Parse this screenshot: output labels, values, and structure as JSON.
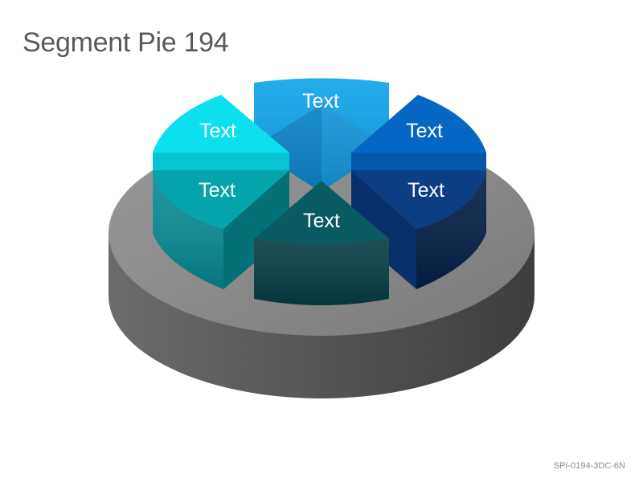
{
  "title": "Segment Pie 194",
  "footer": "SPI-0194-3DC-6N",
  "segments": [
    {
      "label": "Text",
      "top": "#0ea3ea",
      "sideL": "#1a8fd0",
      "sideR": "#0b79c0"
    },
    {
      "label": "Text",
      "top": "#0567c4",
      "sideL": "#0452a0",
      "sideR": "#03418a"
    },
    {
      "label": "Text",
      "top": "#0b3e82",
      "sideL": "#082d62",
      "sideR": "#061f48"
    },
    {
      "label": "Text",
      "top": "#0a5a62",
      "sideL": "#094a50",
      "sideR": "#063a40"
    },
    {
      "label": "Text",
      "top": "#06a5ae",
      "sideL": "#068b94",
      "sideR": "#05747c"
    },
    {
      "label": "Text",
      "top": "#0ce0ee",
      "sideL": "#09bfcc",
      "sideR": "#079ca8"
    }
  ],
  "colors": {
    "base_top": "#858585",
    "base_side": "#5f5f5f"
  }
}
